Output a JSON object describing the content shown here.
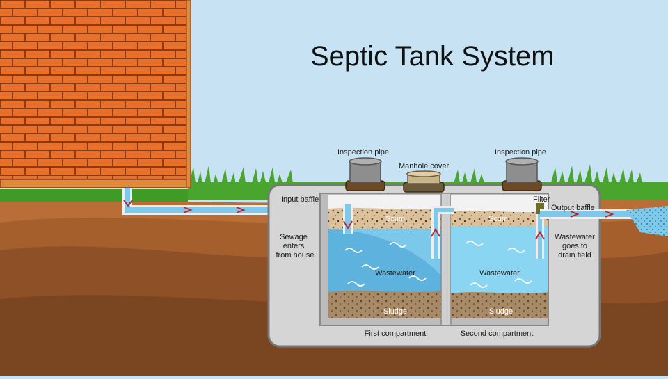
{
  "title": "Septic Tank System",
  "labels": {
    "inspection_pipe_left": "Inspection pipe",
    "inspection_pipe_right": "Inspection pipe",
    "manhole_cover": "Manhole cover",
    "input_baffle": "Input baffle",
    "filter": "Filter",
    "output_baffle": "Output baffle",
    "sewage_enters": [
      "Sewage",
      "enters",
      "from house"
    ],
    "wastewater_drain": [
      "Wastewater",
      "goes to",
      "drain field"
    ],
    "scum_left": "Scum",
    "scum_right": "Scum",
    "wastewater_left": "Wastewater",
    "wastewater_right": "Wastewater",
    "sludge_left": "Sludge",
    "sludge_right": "Sludge",
    "first_compartment": "First compartment",
    "second_compartment": "Second compartment"
  },
  "colors": {
    "sky": "#c7e3f3",
    "brick": "#e8702a",
    "mortar": "#8a3b12",
    "grass": "#4aa52e",
    "soil_light": "#b86e36",
    "soil_dark": "#7a4521",
    "tank_wall": "#d5d5d5",
    "tank_outline": "#777777",
    "wastewater_first": "#5db3dd",
    "wastewater_second": "#8ad6f2",
    "scum": "#d9b98e",
    "sludge": "#a98a66",
    "flow_arrow": "#c0262c"
  }
}
